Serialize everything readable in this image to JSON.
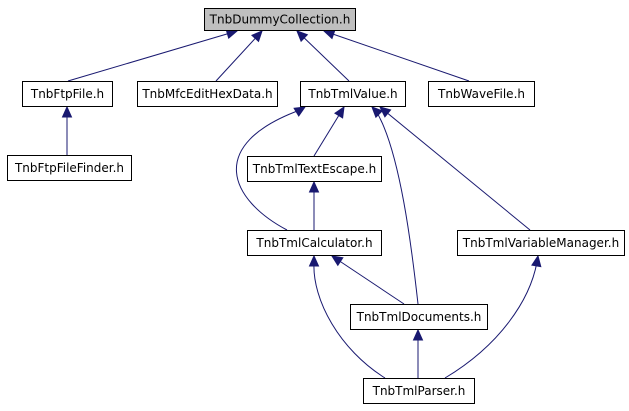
{
  "graph": {
    "style": {
      "edge_color": "#191970",
      "focus_node_fill": "#bfbfbf",
      "node_fill": "#ffffff",
      "node_border": "#000000"
    },
    "nodes": [
      {
        "id": "collection",
        "label": "TnbDummyCollection.h",
        "focus": true
      },
      {
        "id": "ftpfile",
        "label": "TnbFtpFile.h"
      },
      {
        "id": "mfcedit",
        "label": "TnbMfcEditHexData.h"
      },
      {
        "id": "tmlvalue",
        "label": "TnbTmlValue.h"
      },
      {
        "id": "wavefile",
        "label": "TnbWaveFile.h"
      },
      {
        "id": "ftpfinder",
        "label": "TnbFtpFileFinder.h"
      },
      {
        "id": "textescape",
        "label": "TnbTmlTextEscape.h"
      },
      {
        "id": "calculator",
        "label": "TnbTmlCalculator.h"
      },
      {
        "id": "varmanager",
        "label": "TnbTmlVariableManager.h"
      },
      {
        "id": "documents",
        "label": "TnbTmlDocuments.h"
      },
      {
        "id": "parser",
        "label": "TnbTmlParser.h"
      }
    ],
    "edges": [
      {
        "from": "ftpfile",
        "to": "collection"
      },
      {
        "from": "mfcedit",
        "to": "collection"
      },
      {
        "from": "tmlvalue",
        "to": "collection"
      },
      {
        "from": "wavefile",
        "to": "collection"
      },
      {
        "from": "ftpfinder",
        "to": "ftpfile"
      },
      {
        "from": "textescape",
        "to": "tmlvalue"
      },
      {
        "from": "calculator",
        "to": "tmlvalue"
      },
      {
        "from": "documents",
        "to": "tmlvalue"
      },
      {
        "from": "varmanager",
        "to": "tmlvalue"
      },
      {
        "from": "calculator",
        "to": "textescape"
      },
      {
        "from": "documents",
        "to": "calculator"
      },
      {
        "from": "parser",
        "to": "calculator"
      },
      {
        "from": "parser",
        "to": "documents"
      },
      {
        "from": "parser",
        "to": "varmanager"
      }
    ]
  }
}
